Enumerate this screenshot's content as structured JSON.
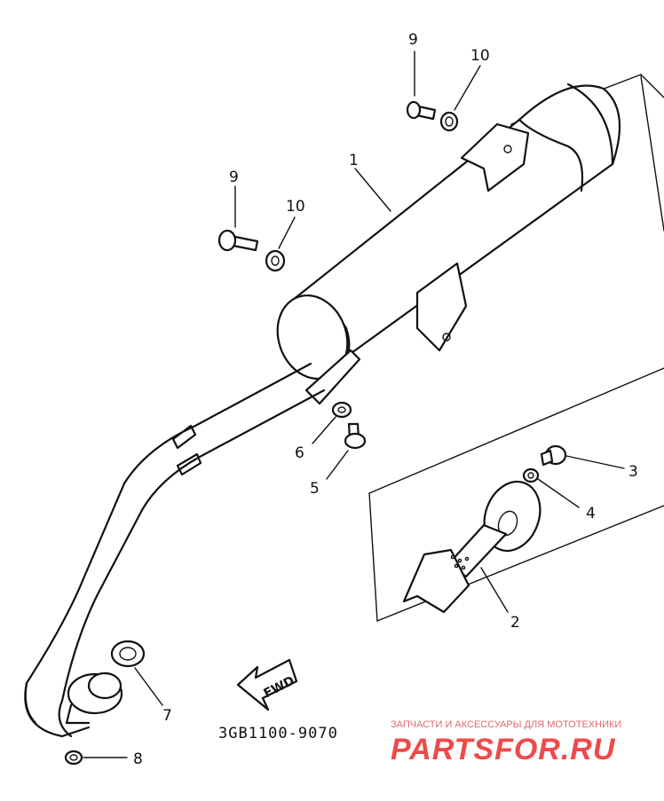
{
  "callouts": {
    "c1": "1",
    "c2": "2",
    "c3": "3",
    "c4": "4",
    "c5": "5",
    "c6": "6",
    "c7": "7",
    "c8": "8",
    "c9_top": "9",
    "c9_mid": "9",
    "c10_top": "10",
    "c10_mid": "10"
  },
  "direction_arrow": "FWD",
  "part_code": "3GB1100-9070",
  "watermark": {
    "subtitle": "ЗАПЧАСТИ И АКСЕССУАРЫ ДЛЯ МОТОТЕХНИКИ",
    "brand": "PARTSFOR.RU"
  },
  "colors": {
    "line": "#111111",
    "background": "#ffffff",
    "watermark": "#ee4a4a"
  }
}
